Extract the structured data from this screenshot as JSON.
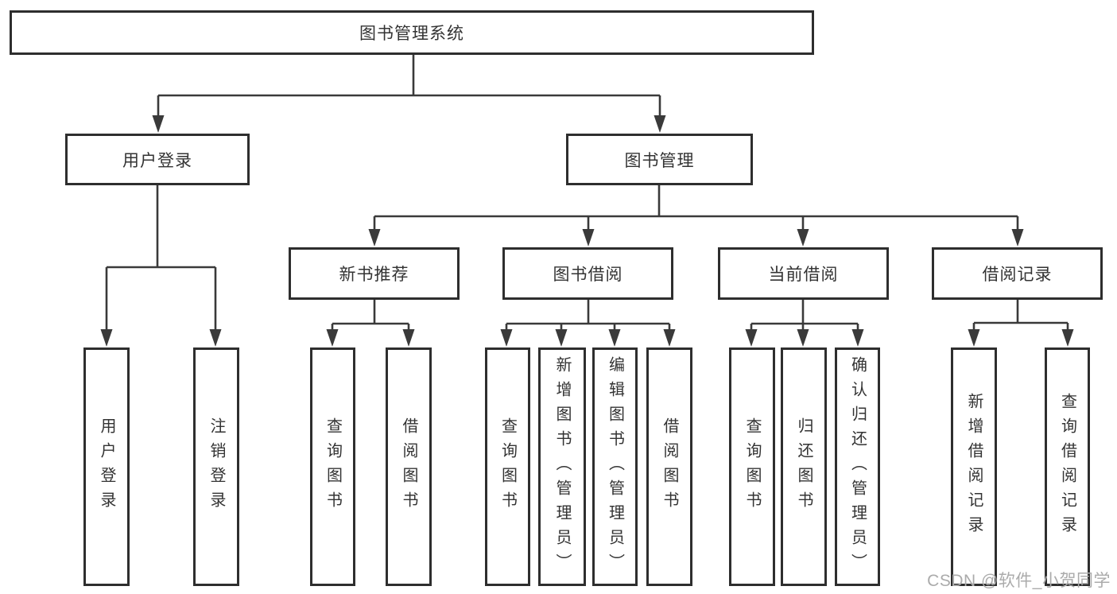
{
  "tree": {
    "root": {
      "label": "图书管理系统"
    },
    "branches": [
      {
        "label": "用户登录",
        "children": [
          {
            "label": "用户登录"
          },
          {
            "label": "注销登录"
          }
        ]
      },
      {
        "label": "图书管理",
        "children": [
          {
            "label": "新书推荐",
            "children": [
              {
                "label": "查询图书"
              },
              {
                "label": "借阅图书"
              }
            ]
          },
          {
            "label": "图书借阅",
            "children": [
              {
                "label": "查询图书"
              },
              {
                "label": "新增图书（管理员）"
              },
              {
                "label": "编辑图书（管理员）"
              },
              {
                "label": "借阅图书"
              }
            ]
          },
          {
            "label": "当前借阅",
            "children": [
              {
                "label": "查询图书"
              },
              {
                "label": "归还图书"
              },
              {
                "label": "确认归还（管理员）"
              }
            ]
          },
          {
            "label": "借阅记录",
            "children": [
              {
                "label": "新增借阅记录"
              },
              {
                "label": "查询借阅记录"
              }
            ]
          }
        ]
      }
    ]
  },
  "watermark": {
    "text": "CSDN @软件_小贺同学"
  },
  "colors": {
    "background": "#ffffff",
    "box_border": "#2e2e2e",
    "line": "#3a3a3a",
    "text": "#333333",
    "watermark": "#ababab"
  }
}
